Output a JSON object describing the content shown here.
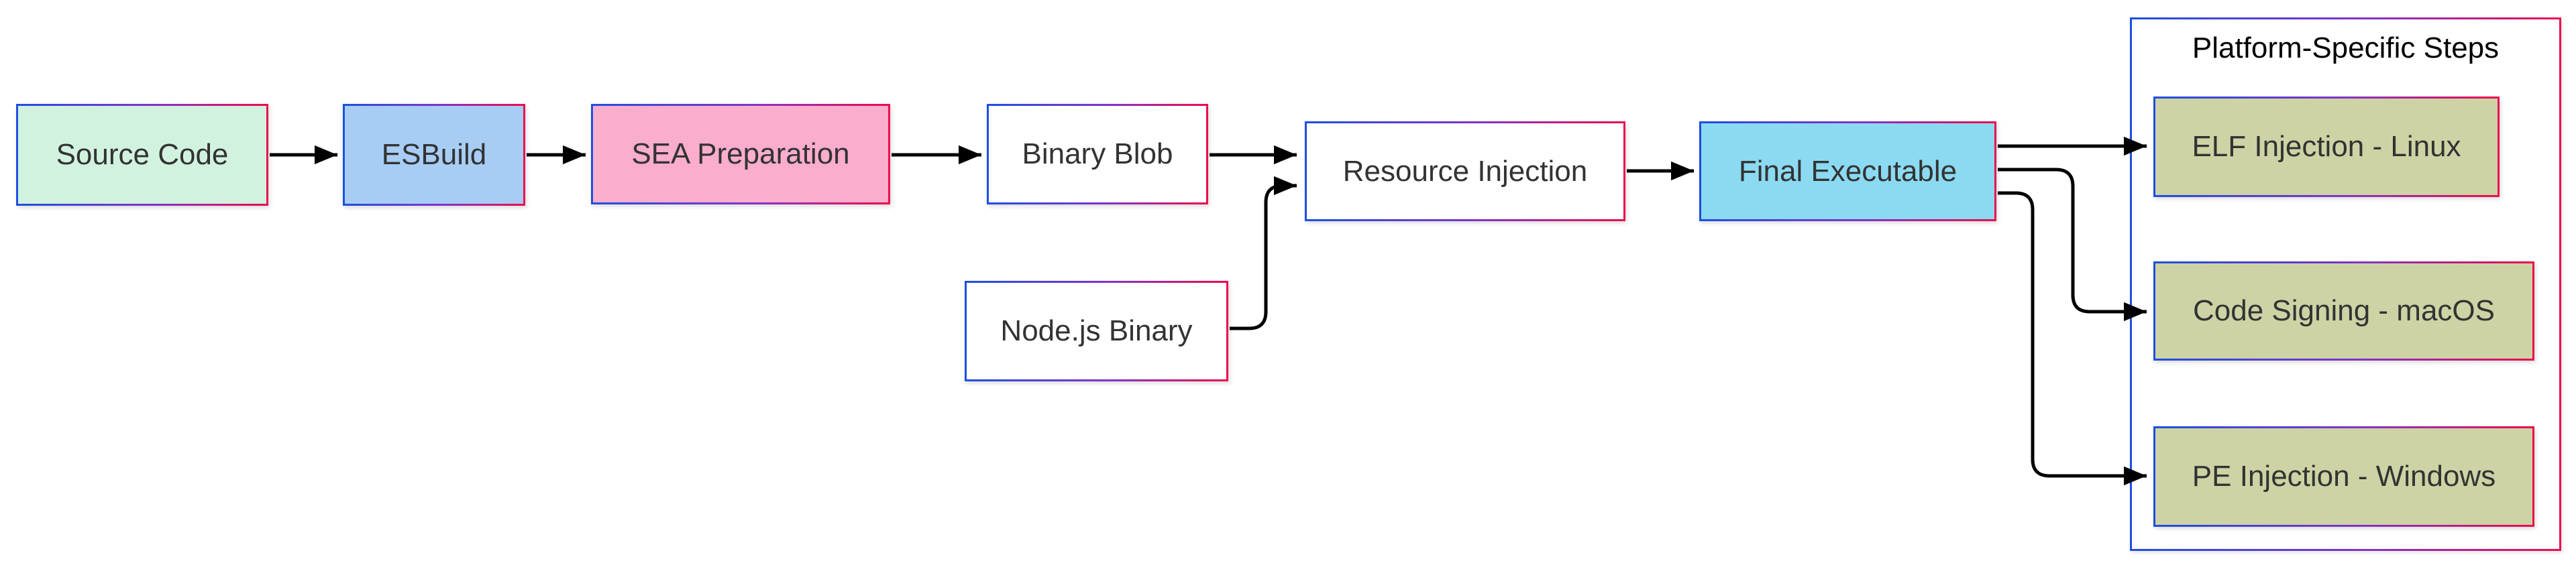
{
  "diagram_type": "flowchart-left-to-right",
  "cluster": {
    "title": "Platform-Specific Steps"
  },
  "nodes": [
    {
      "id": "source",
      "label": "Source Code",
      "fill": "#d2f2e0"
    },
    {
      "id": "esbuild",
      "label": "ESBuild",
      "fill": "#a8cdf5"
    },
    {
      "id": "sea",
      "label": "SEA Preparation",
      "fill": "#fbadcd"
    },
    {
      "id": "blob",
      "label": "Binary Blob",
      "fill": "#ffffff"
    },
    {
      "id": "nodejs",
      "label": "Node.js Binary",
      "fill": "#ffffff"
    },
    {
      "id": "resource",
      "label": "Resource Injection",
      "fill": "#ffffff"
    },
    {
      "id": "final",
      "label": "Final Executable",
      "fill": "#8bdaf2"
    },
    {
      "id": "elf",
      "label": "ELF Injection - Linux",
      "fill": "#cdd3a4"
    },
    {
      "id": "codesign",
      "label": "Code Signing - macOS",
      "fill": "#cdd3a4"
    },
    {
      "id": "pe",
      "label": "PE Injection - Windows",
      "fill": "#cdd3a4"
    }
  ],
  "edges": [
    {
      "from": "Source Code",
      "to": "ESBuild"
    },
    {
      "from": "ESBuild",
      "to": "SEA Preparation"
    },
    {
      "from": "SEA Preparation",
      "to": "Binary Blob"
    },
    {
      "from": "Binary Blob",
      "to": "Resource Injection"
    },
    {
      "from": "Node.js Binary",
      "to": "Resource Injection"
    },
    {
      "from": "Resource Injection",
      "to": "Final Executable"
    },
    {
      "from": "Final Executable",
      "to": "ELF Injection - Linux"
    },
    {
      "from": "Final Executable",
      "to": "Code Signing - macOS"
    },
    {
      "from": "Final Executable",
      "to": "PE Injection - Windows"
    }
  ],
  "colors": {
    "background": "#ffffff",
    "edge": "#000000",
    "text": "#333333",
    "border_gradient_start": "#1d4fe1",
    "border_gradient_mid": "#8432c8",
    "border_gradient_end": "#ec0c4e",
    "fill_mint": "#d2f2e0",
    "fill_light_blue": "#a8cdf5",
    "fill_pink": "#fbadcd",
    "fill_white": "#ffffff",
    "fill_sky": "#8bdaf2",
    "fill_olive": "#cdd3a4"
  }
}
